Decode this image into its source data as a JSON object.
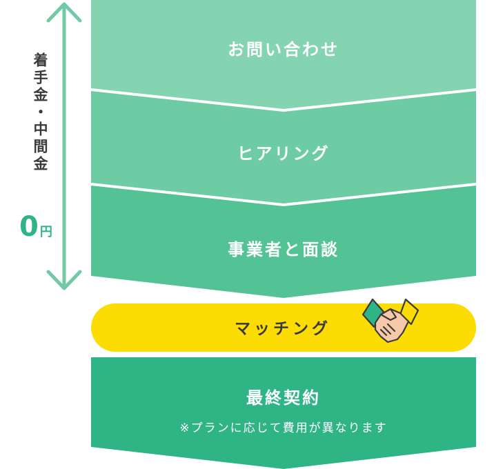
{
  "side": {
    "label": "着手金・中間金",
    "fee_value": "0",
    "fee_unit": "円"
  },
  "steps": [
    {
      "title": "お問い合わせ",
      "color": "#84d4b2"
    },
    {
      "title": "ヒアリング",
      "color": "#6dcca4"
    },
    {
      "title": "事業者と面談",
      "color": "#53c396"
    }
  ],
  "matching": {
    "label": "マッチング",
    "color": "#fcdc03",
    "icon": "handshake-icon"
  },
  "final_step": {
    "title": "最終契約",
    "note": "※プランに応じて費用が異なります",
    "color": "#2fb585"
  },
  "arrow_color": "#72c9a5"
}
